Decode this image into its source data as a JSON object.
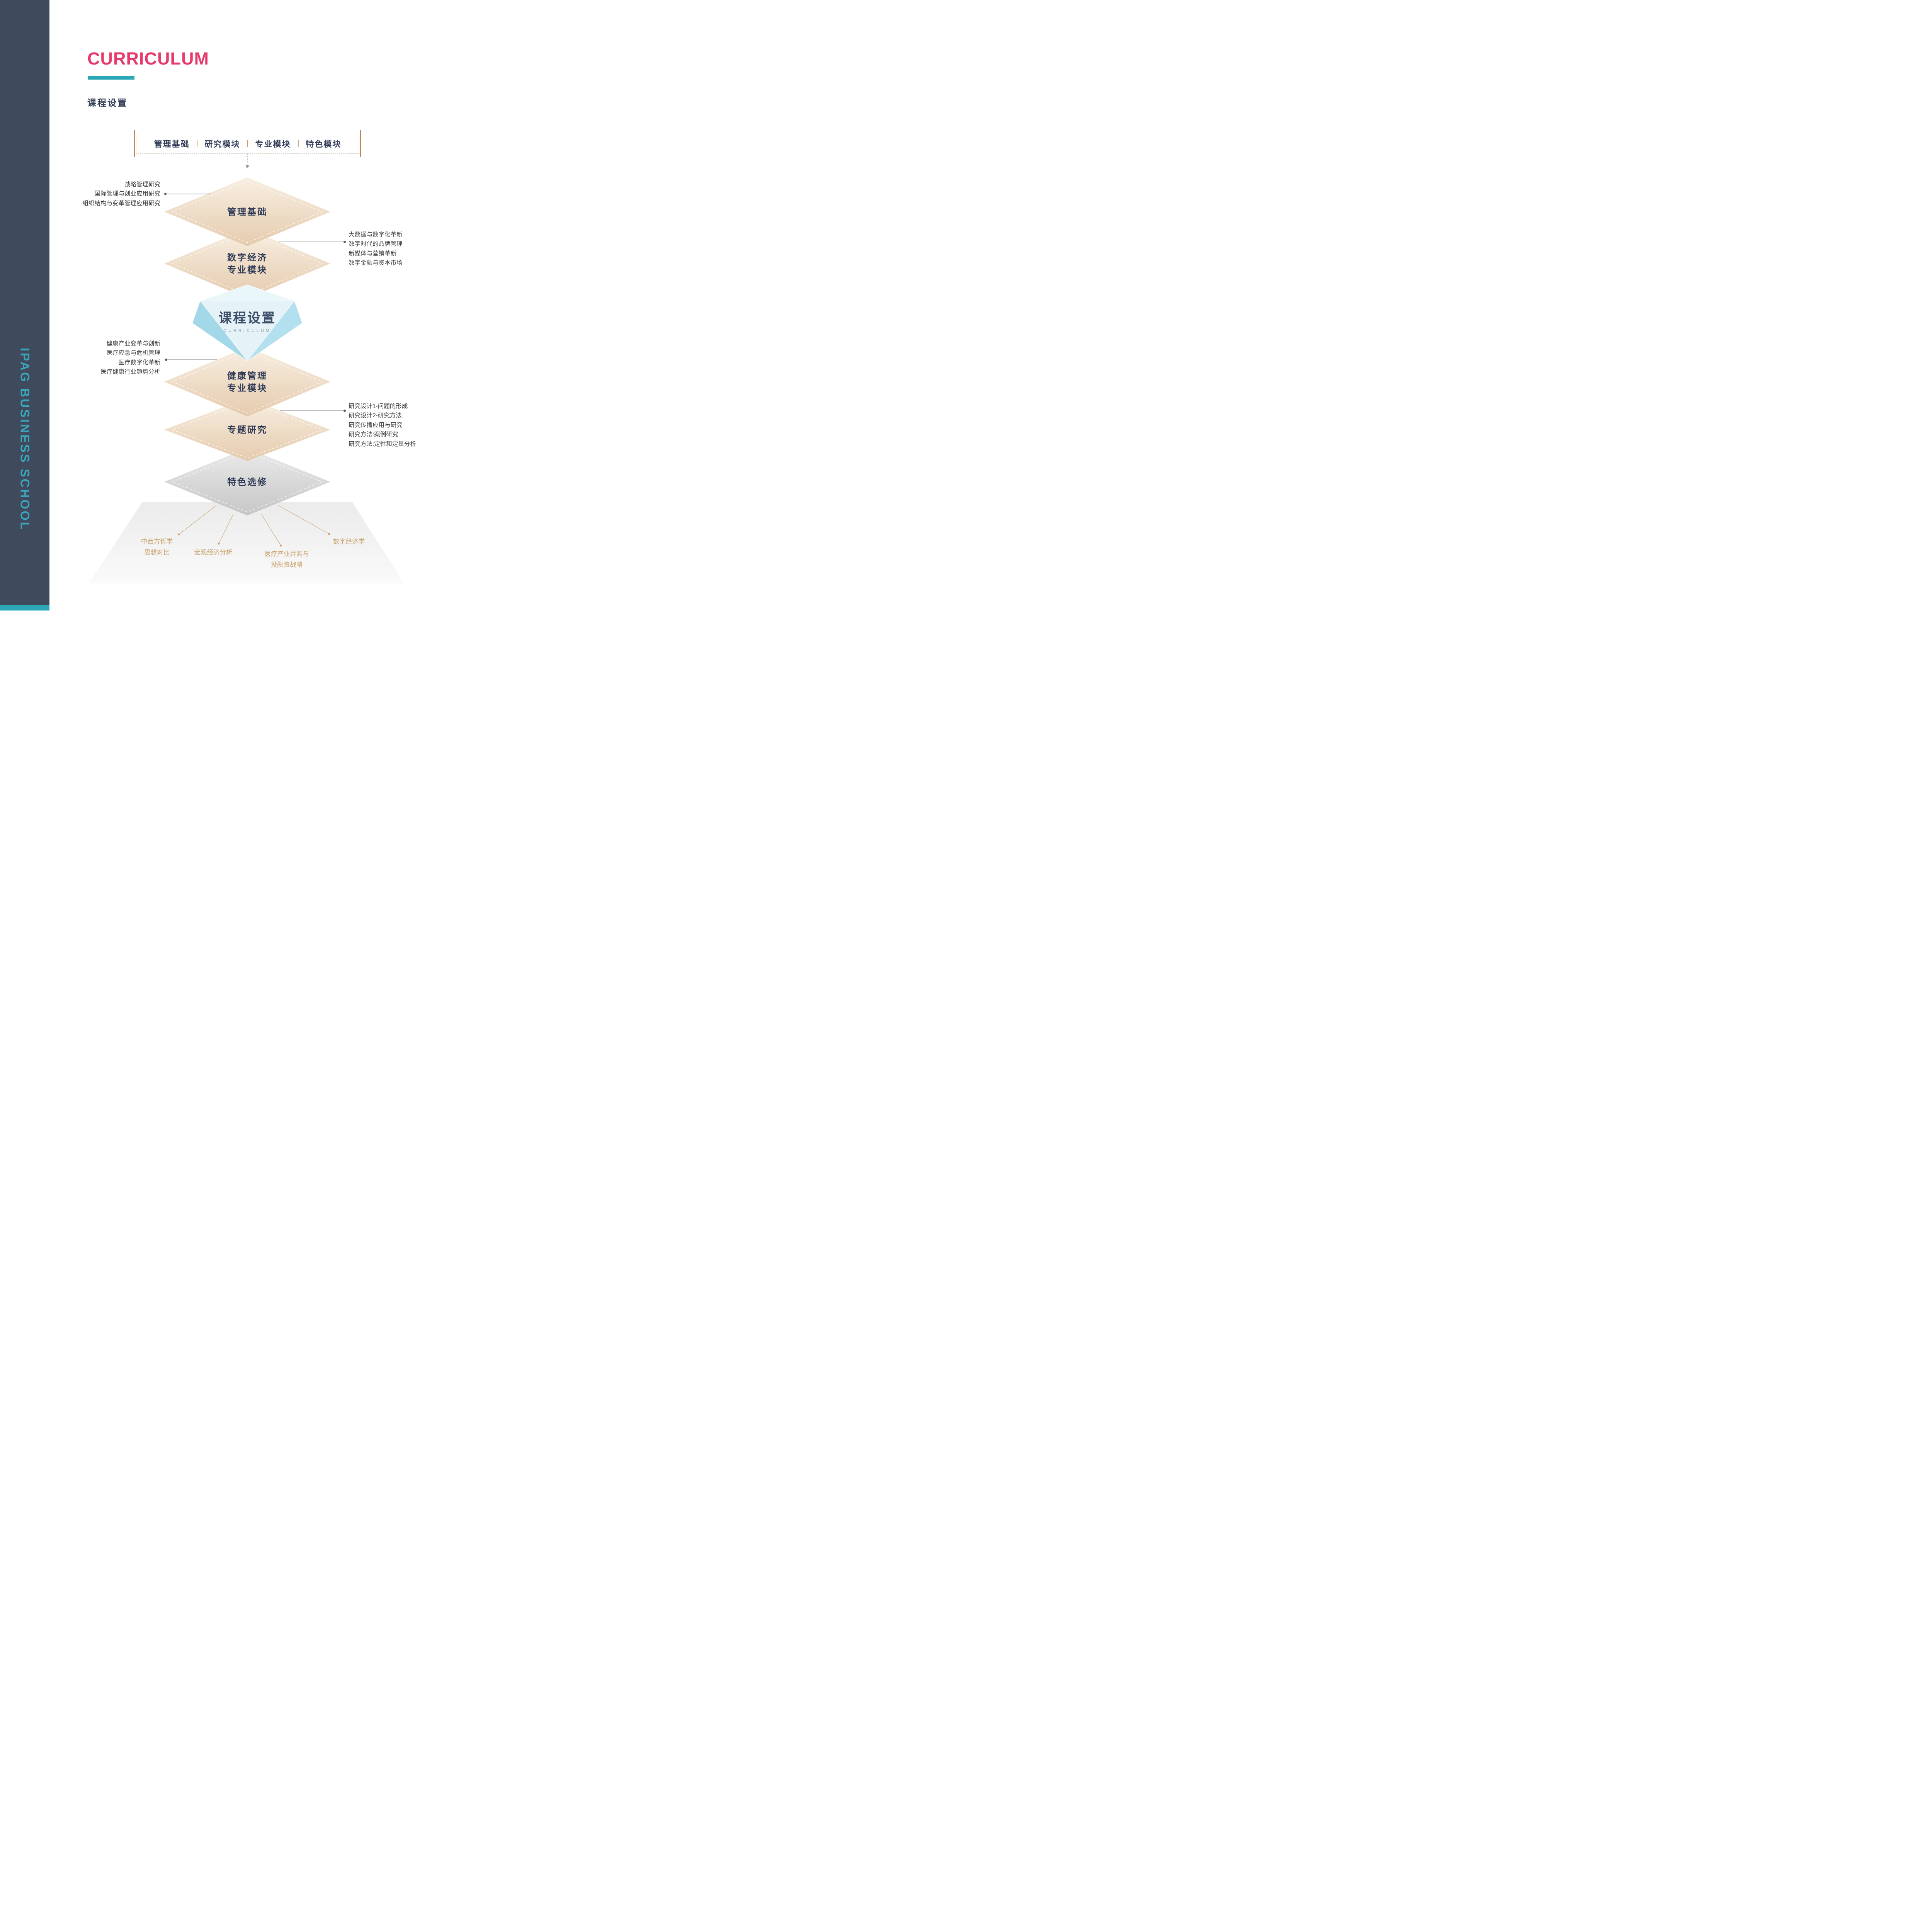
{
  "sidebar": {
    "school_name": "IPAG BUSINESS SCHOOL"
  },
  "header": {
    "title": "CURRICULUM",
    "section_heading": "课程设置"
  },
  "module_bar": {
    "items": [
      "管理基础",
      "研究模块",
      "专业模块",
      "特色模块"
    ],
    "separator": "|"
  },
  "diagram": {
    "center_gem": {
      "title": "课程设置",
      "subtitle": "CURRICULUM"
    },
    "levels": [
      {
        "label": "管理基础"
      },
      {
        "label": "数字经济\n专业模块"
      },
      {
        "label": "健康管理\n专业模块"
      },
      {
        "label": "专题研究"
      },
      {
        "label": "特色选修"
      }
    ],
    "annotations": {
      "management_foundation_courses": "战略管理研究\n国际管理与创业应用研究\n组织结构与变革管理应用研究",
      "digital_economy_courses": "大数据与数字化革新\n数字时代的品牌管理\n新媒体与营销革新\n数字金融与资本市场",
      "health_management_courses": "健康产业变革与创新\n医疗应急与危机管理\n医疗数字化革新\n医疗健康行业趋势分析",
      "research_courses": "研究设计1-问题的形成\n研究设计2-研究方法\n研究传播应用与研究\n研究方法:案例研究\n研究方法:定性和定量分析"
    },
    "elective_courses": [
      "中西方哲学\n思想对比",
      "宏观经济分析",
      "医疗产业并购与\n投融资战略",
      "数字经济学"
    ]
  },
  "colors": {
    "accent_pink": "#E73A6B",
    "accent_teal": "#2BA8B8",
    "navy_text": "#2E3A55",
    "tan_marks": "#C08552",
    "elective_tan": "#C79E66",
    "sidebar_bg": "#3F4A5C",
    "sidebar_text": "#3BA6BB",
    "diamond_beige": "#E5CBAE",
    "diamond_gray": "#C8C8C8",
    "gem_blue": "#9ED8EA"
  }
}
